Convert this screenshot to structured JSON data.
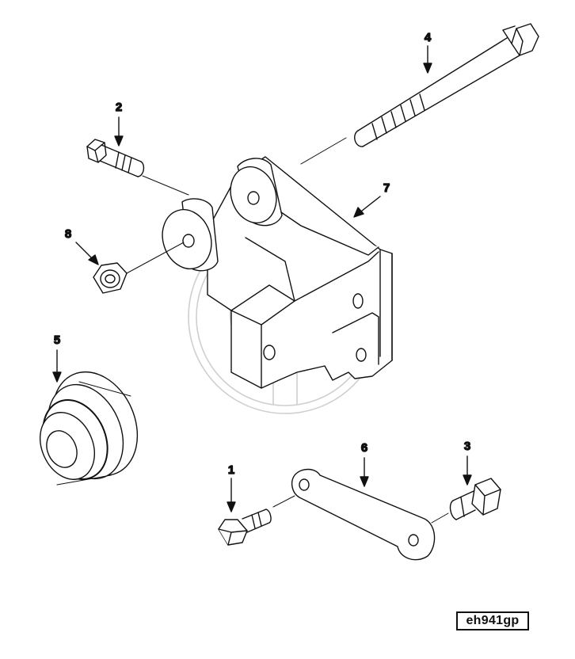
{
  "callouts": [
    {
      "id": "1",
      "label": "1"
    },
    {
      "id": "2",
      "label": "2"
    },
    {
      "id": "3",
      "label": "3"
    },
    {
      "id": "4",
      "label": "4"
    },
    {
      "id": "5",
      "label": "5"
    },
    {
      "id": "6",
      "label": "6"
    },
    {
      "id": "7",
      "label": "7"
    },
    {
      "id": "8",
      "label": "8"
    }
  ],
  "reference_code": "eh941gp",
  "colors": {
    "line": "#111111",
    "watermark": "#c8c8c8",
    "background": "#ffffff"
  }
}
